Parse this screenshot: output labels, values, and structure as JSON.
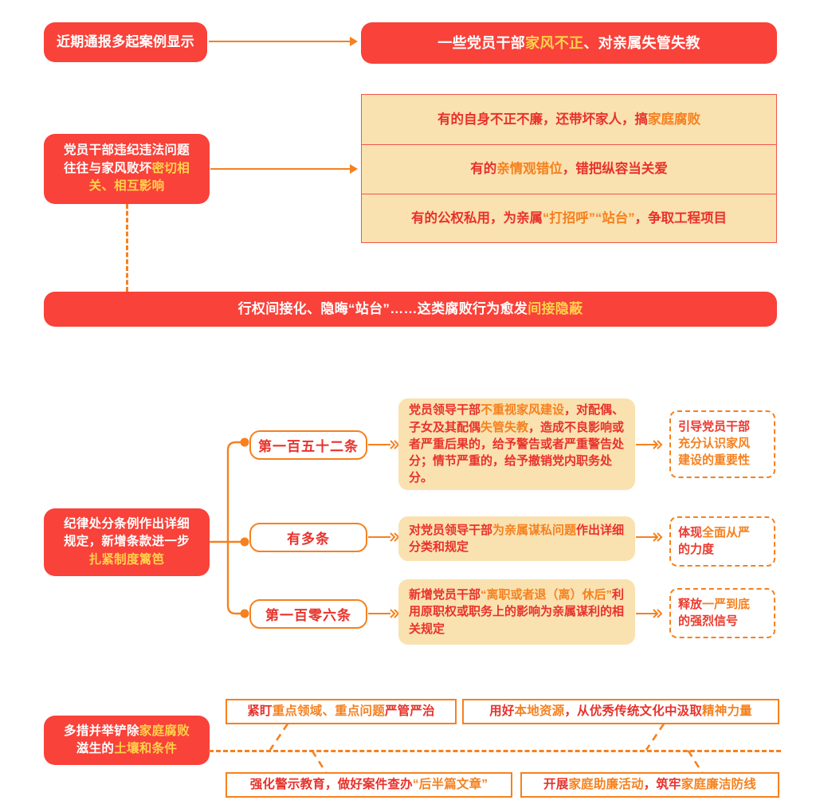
{
  "theme": {
    "red": "#f9423a",
    "orange": "#f5811f",
    "yellow": "#ffd24a",
    "cream": "#fae1b0",
    "text_red": "#e8322b",
    "background": "#ffffff"
  },
  "section1": {
    "source_box": "近期通报多起案例显示",
    "headline_box": {
      "pre": "一些党员干部",
      "highlight": "家风不正",
      "post": "、对亲属失管失教"
    }
  },
  "section2": {
    "left_box": {
      "line1": "党员干部违纪违法问题",
      "line2_pre": "往往与家风败坏",
      "line2_highlight": "密切相",
      "line3_highlight": "关、相互影响"
    },
    "rows": [
      {
        "id": "row-1",
        "pre": "有的自身不正不廉，还带坏家人，搞",
        "highlight": "家庭腐败",
        "post": ""
      },
      {
        "id": "row-2",
        "pre": "有的",
        "highlight": "亲情观错位",
        "post": "，错把纵容当关爱"
      },
      {
        "id": "row-3",
        "pre": "有的公权私用，为亲属",
        "highlight": "“打招呼”“站台”",
        "post": "，争取工程项目"
      }
    ],
    "banner": {
      "pre": "行权间接化、隐晦“站台”……这类腐败行为愈发",
      "highlight": "间接隐蔽"
    }
  },
  "section3": {
    "left_box": {
      "line1": "纪律处分条例作出详细",
      "line2": "规定，新增条款进一步",
      "line3_highlight": "扎紧制度篱笆"
    },
    "branches": [
      {
        "id": "branch-152",
        "label": "第一百五十二条",
        "detail_pre": "党员领导干部",
        "detail_hl1": "不重视家风建设",
        "detail_mid": "，对配偶、子女及其配偶",
        "detail_hl2": "失管失教",
        "detail_post": "，造成不良影响或者严重后果的，给予警告或者严重警告处分；情节严重的，给予撤销党内职务处分。",
        "note_line1": "引导党员干部",
        "note_line2": "充分认识家风",
        "note_line3": "建设的重要性"
      },
      {
        "id": "branch-many",
        "label": "有多条",
        "detail_pre": "对党员领导干部",
        "detail_hl1": "为亲属谋私问题",
        "detail_mid": "",
        "detail_hl2": "",
        "detail_post": "作出详细分类和规定",
        "note_line1": "体现全面从严",
        "note_line2": "的力度",
        "note_line3": ""
      },
      {
        "id": "branch-106",
        "label": "第一百零六条",
        "detail_pre": "新增党员干部",
        "detail_hl1": "“离职或者退（离）休后”",
        "detail_mid": "",
        "detail_hl2": "",
        "detail_post": "利用原职权或职务上的影响为亲属谋利的相关规定",
        "note_line1": "释放一严到底",
        "note_line2": "的强烈信号",
        "note_line3": ""
      }
    ],
    "note_highlights": {
      "note1_hl": "",
      "note2_hl": "全面从严",
      "note3_hl": "一严到底"
    }
  },
  "section4": {
    "left_box": {
      "line1_pre": "多措并举铲除",
      "line1_highlight": "家庭腐败",
      "line2_pre": "滋生的",
      "line2_highlight": "土壤和条件"
    },
    "measures": [
      {
        "id": "measure-top-left",
        "pre": "紧盯",
        "highlight": "重点领域、重点问题",
        "post": "严管严治"
      },
      {
        "id": "measure-top-right",
        "pre": "用好",
        "highlight": "本地资源",
        "mid": "，从优秀传统文化中汲取",
        "highlight2": "精神力量",
        "post": ""
      },
      {
        "id": "measure-bottom-left",
        "pre": "强化警示教育，做好案件查办",
        "highlight": "“后半篇文章”",
        "post": ""
      },
      {
        "id": "measure-bottom-right",
        "pre": "开展",
        "highlight": "家庭助廉活动",
        "mid": "，筑牢",
        "highlight2": "家庭廉洁防线",
        "post": ""
      }
    ]
  },
  "icons": {
    "arrow_right": "arrow-right-icon",
    "chevron_triple": "triple-chevron-icon",
    "branch_dot": "branch-dot-icon"
  }
}
